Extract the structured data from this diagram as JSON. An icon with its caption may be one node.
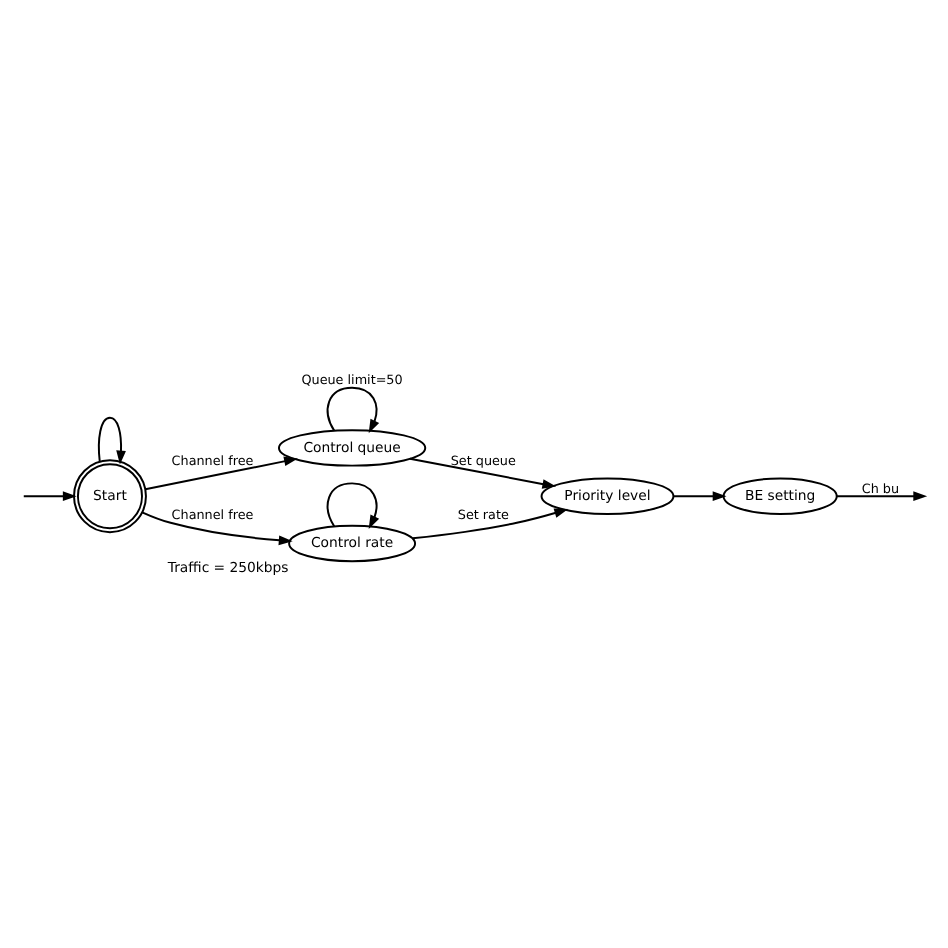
{
  "diagram": {
    "nodes": [
      {
        "text": [
          "Start"
        ]
      },
      {
        "text": [
          "Control queue"
        ]
      },
      {
        "text": [
          "Control rate"
        ],
        "beside": [
          "Traffic = 250kbps"
        ]
      },
      {
        "text": [
          "Priority level"
        ]
      },
      {
        "text": [
          "BE setting"
        ]
      }
    ],
    "edges": [
      {
        "from": 0,
        "to": 0,
        "arrow": "to"
      },
      {
        "from": 1,
        "to": 1,
        "label": "Queue limit=50",
        "arrow": "to"
      },
      {
        "from": 2,
        "to": 2,
        "arrow": "to"
      },
      {
        "from": 0,
        "to": 1,
        "label": "Channel free",
        "arrow": "to"
      },
      {
        "from": 0,
        "to": 2,
        "label": "Channel free",
        "arrow": "to"
      },
      {
        "from": 1,
        "to": 3,
        "label": "Set queue",
        "arrow": "to"
      },
      {
        "from": 2,
        "to": 3,
        "label": "Set rate",
        "arrow": "to"
      },
      {
        "from": 3,
        "to": 4,
        "arrow": "to"
      },
      {
        "from": 4,
        "to": null,
        "label": "Ch bu",
        "arrow": "to"
      },
      {
        "from": null,
        "to": 0,
        "arrow": "to"
      }
    ]
  }
}
